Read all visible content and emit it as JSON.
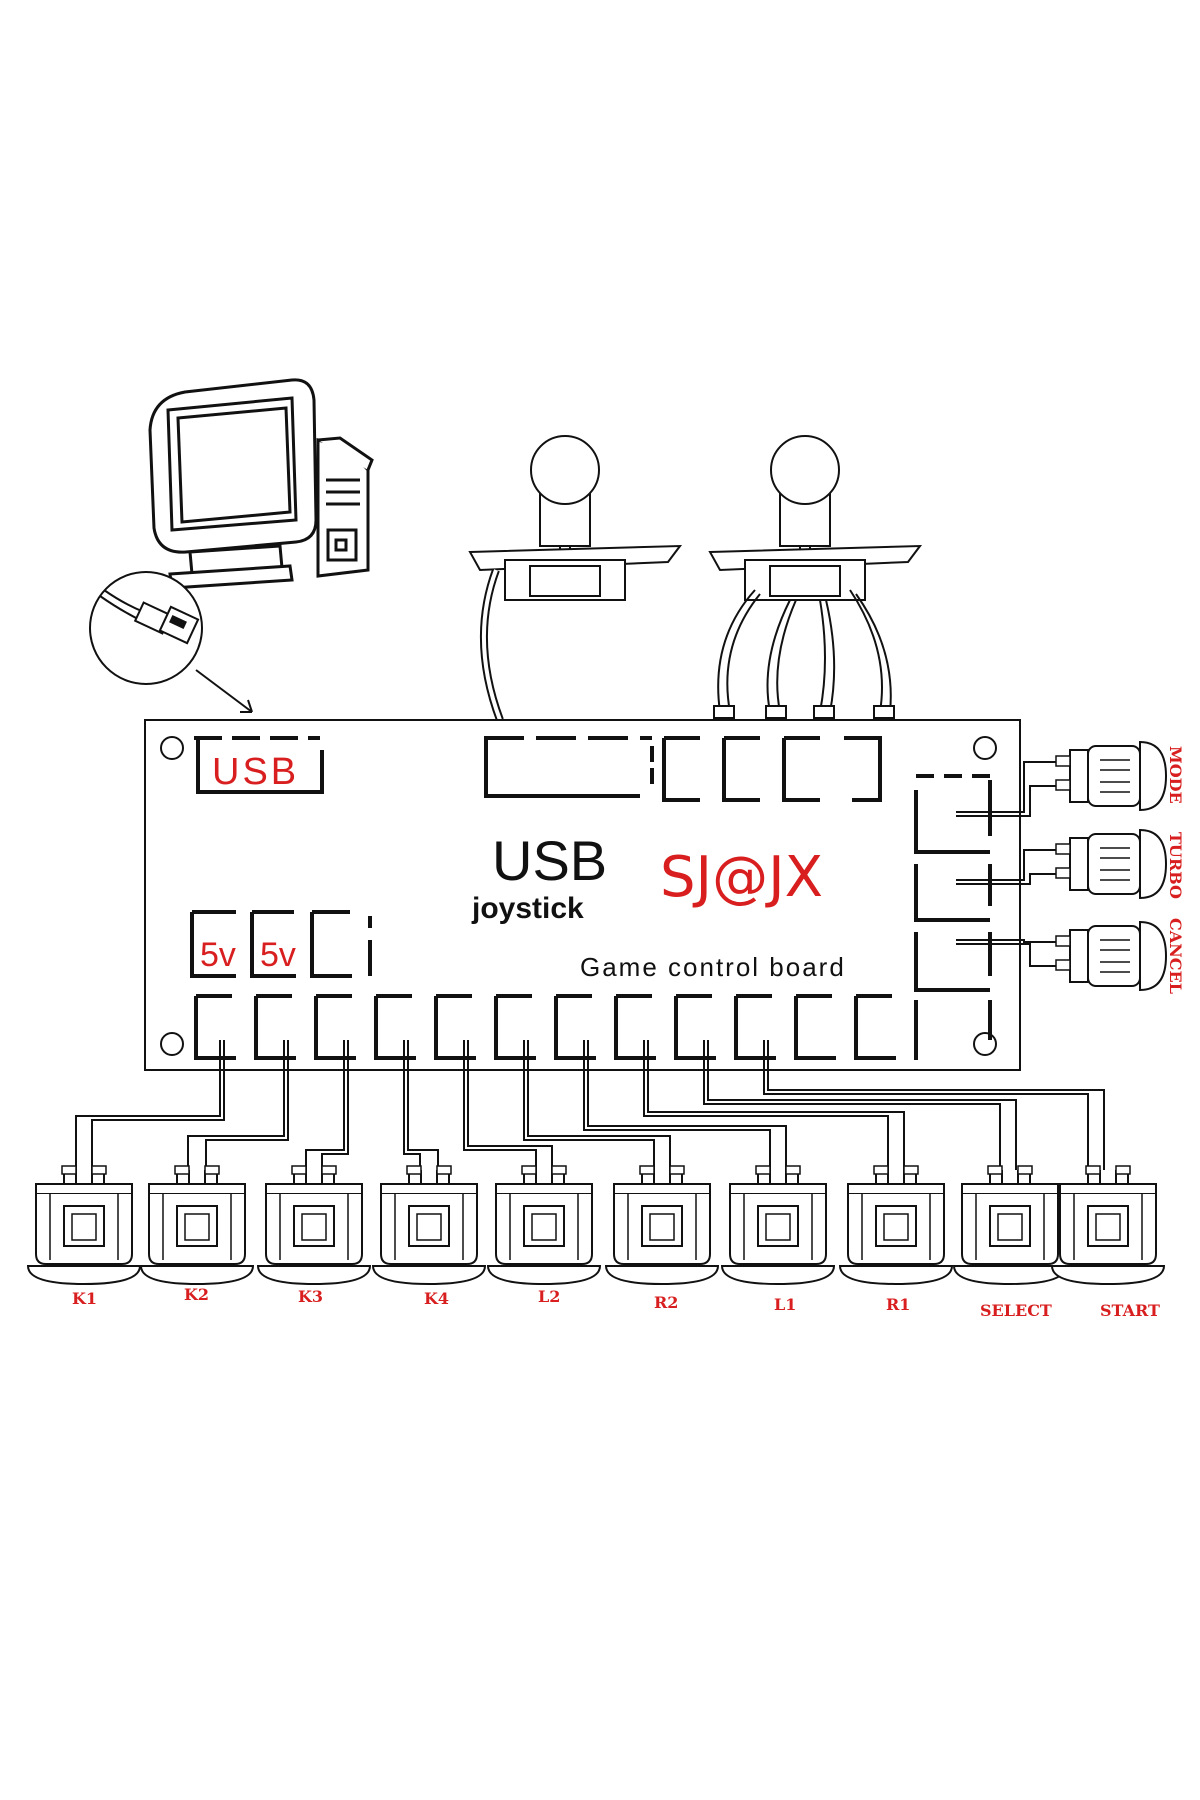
{
  "board": {
    "usb_port_label": "USB",
    "title_main": "USB",
    "title_sub": "joystick",
    "brand": "SJ@JX",
    "caption": "Game control board",
    "power_labels": [
      "5v",
      "5v"
    ]
  },
  "side_buttons": [
    {
      "label": "MODE"
    },
    {
      "label": "TURBO"
    },
    {
      "label": "CANCEL"
    }
  ],
  "bottom_buttons": [
    {
      "label": "K1"
    },
    {
      "label": "K2"
    },
    {
      "label": "K3"
    },
    {
      "label": "K4"
    },
    {
      "label": "L2"
    },
    {
      "label": "R2"
    },
    {
      "label": "L1"
    },
    {
      "label": "R1"
    },
    {
      "label": "SELECT"
    },
    {
      "label": "START"
    }
  ],
  "colors": {
    "label_red": "#d81e1e",
    "line": "#111111"
  },
  "icons": [
    "computer-icon",
    "usb-plug-icon",
    "joystick-icon",
    "joystick-icon",
    "arcade-button-icon"
  ]
}
